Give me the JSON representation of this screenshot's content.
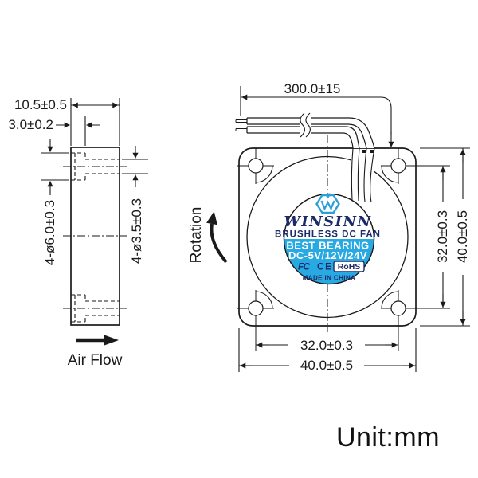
{
  "meta": {
    "unit_label": "Unit:mm"
  },
  "side_view": {
    "dim_depth": "10.5±0.5",
    "dim_flange": "3.0±0.2",
    "dim_hole_outer": "4-ø6.0±0.3",
    "dim_hole_inner": "4-ø3.5±0.3",
    "air_flow_label": "Air Flow"
  },
  "front_view": {
    "rotation_label": "Rotation",
    "dim_wire_length": "300.0±15",
    "dim_hole_pitch_vertical": "32.0±0.3",
    "dim_frame_vertical": "40.0±0.5",
    "dim_hole_pitch_horizontal": "32.0±0.3",
    "dim_frame_horizontal": "40.0±0.5",
    "hub_label": {
      "brand": "WINSINN",
      "product": "BRUSHLESS DC FAN",
      "feature": "BEST BEARING",
      "voltage": "DC-5V/12V/24V",
      "cert_fcc": "FC",
      "cert_ce": "CE",
      "cert_rohs": "RoHS",
      "origin": "MADE IN CHINA"
    }
  },
  "colors": {
    "band_blue": "#29A9E1",
    "logo_blue": "#2B9FD8",
    "navy": "#1B2A68",
    "line": "#1a1a1a"
  }
}
